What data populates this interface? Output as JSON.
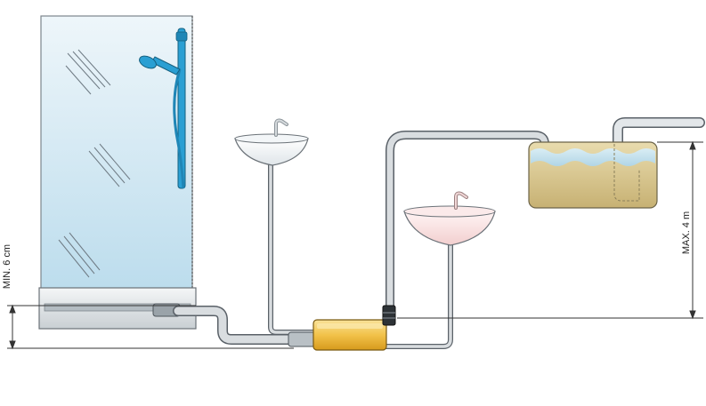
{
  "dimensions": {
    "min_height_label": "MIN. 6 cm",
    "max_height_label": "MAX. 4 m"
  },
  "colors": {
    "pipe_fill": "#d9dde0",
    "pipe_stroke": "#5a6168",
    "glass_top": "#e9f3f8",
    "glass_bottom": "#bcdcec",
    "shower_fixture": "#2a9fd3",
    "pump_body": "#f2c24a",
    "tank_liquid": "#d8c48c",
    "tank_water": "#bfe0f0",
    "basin_left": "#ffffff",
    "basin_right": "#f8dede",
    "dimension_line": "#333333"
  },
  "components": {
    "shower_cabin": "shower-cabin",
    "shower_tray": "shower-tray",
    "washbasin_upper": "washbasin",
    "washbasin_lower": "washbasin",
    "lifting_pump": "pump-unit",
    "discharge_tank": "tank"
  }
}
